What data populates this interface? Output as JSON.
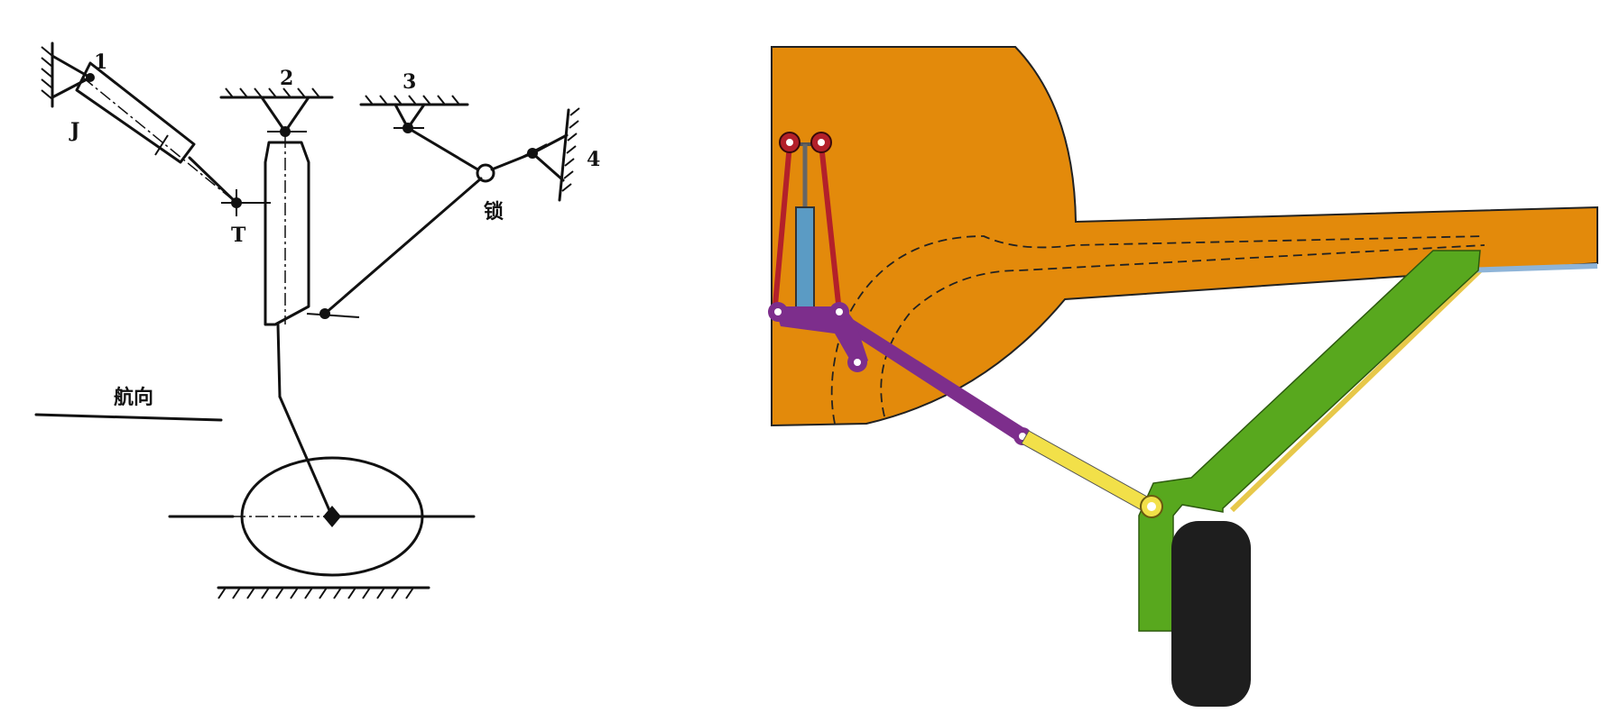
{
  "left_diagram": {
    "labels": {
      "n1": "1",
      "n2": "2",
      "n3": "3",
      "n4": "4",
      "J": "J",
      "T": "T",
      "lock": "锁",
      "heading": "航向"
    }
  },
  "right_diagram": {
    "colors": {
      "fuselage": "#E38A0B",
      "strut": "#58A81E",
      "drag_link_upper": "#7D2E8C",
      "drag_link_lower": "#F2E049",
      "actuator_frame": "#B3202A",
      "actuator_cylinder": "#5B9BC4",
      "tire": "#1E1E1E",
      "side_rod": "#E7C84A",
      "rod_blue": "#8EB4D8"
    }
  }
}
